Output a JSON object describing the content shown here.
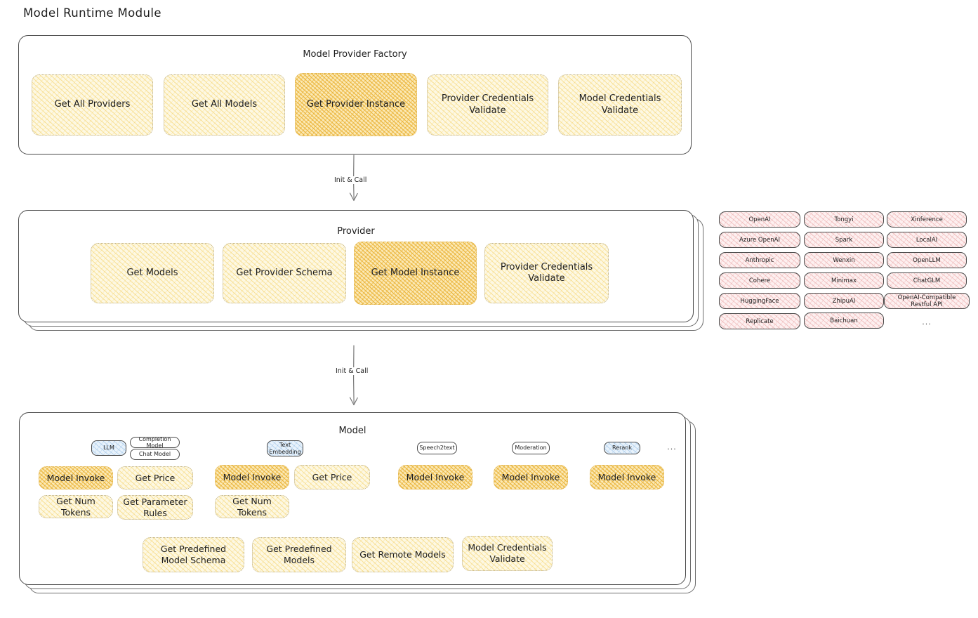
{
  "page": {
    "title": "Model Runtime Module"
  },
  "factory": {
    "title": "Model Provider Factory",
    "nodes": [
      {
        "label": "Get All Providers",
        "highlight": false
      },
      {
        "label": "Get All Models",
        "highlight": false
      },
      {
        "label": "Get Provider Instance",
        "highlight": true
      },
      {
        "label": "Provider Credentials Validate",
        "highlight": false
      },
      {
        "label": "Model Credentials Validate",
        "highlight": false
      }
    ]
  },
  "arrows": [
    {
      "label": "Init & Call"
    },
    {
      "label": "Init & Call"
    }
  ],
  "provider": {
    "title": "Provider",
    "nodes": [
      {
        "label": "Get Models",
        "highlight": false
      },
      {
        "label": "Get Provider Schema",
        "highlight": false
      },
      {
        "label": "Get Model Instance",
        "highlight": true
      },
      {
        "label": "Provider Credentials Validate",
        "highlight": false
      }
    ]
  },
  "provider_list": {
    "columns": [
      [
        "OpenAI",
        "Azure OpenAI",
        "Anthropic",
        "Cohere",
        "HuggingFace",
        "Replicate"
      ],
      [
        "Tongyi",
        "Spark",
        "Wenxin",
        "Minimax",
        "ZhipuAI",
        "Baichuan"
      ],
      [
        "Xinference",
        "LocalAI",
        "OpenLLM",
        "ChatGLM",
        "OpenAI-Compatible Restful API"
      ]
    ],
    "more": "..."
  },
  "model": {
    "title": "Model",
    "more": "...",
    "types": [
      {
        "badge": "LLM",
        "badge_style": "blue",
        "sub_badges": [
          "Completion Model",
          "Chat Model"
        ],
        "nodes": [
          {
            "label": "Model Invoke",
            "highlight": true
          },
          {
            "label": "Get Price",
            "highlight": false
          },
          {
            "label": "Get Num Tokens",
            "highlight": false
          },
          {
            "label": "Get Parameter Rules",
            "highlight": false
          }
        ]
      },
      {
        "badge": "Text Embedding",
        "badge_style": "blue",
        "sub_badges": [],
        "nodes": [
          {
            "label": "Model Invoke",
            "highlight": true
          },
          {
            "label": "Get Price",
            "highlight": false
          },
          {
            "label": "Get Num Tokens",
            "highlight": false
          }
        ]
      },
      {
        "badge": "Speech2text",
        "badge_style": "plain",
        "sub_badges": [],
        "nodes": [
          {
            "label": "Model Invoke",
            "highlight": true
          }
        ]
      },
      {
        "badge": "Moderation",
        "badge_style": "plain",
        "sub_badges": [],
        "nodes": [
          {
            "label": "Model Invoke",
            "highlight": true
          }
        ]
      },
      {
        "badge": "Rerank",
        "badge_style": "blue",
        "sub_badges": [],
        "nodes": [
          {
            "label": "Model Invoke",
            "highlight": true
          }
        ]
      }
    ],
    "common_nodes": [
      {
        "label": "Get Predefined Model Schema"
      },
      {
        "label": "Get Predefined Models"
      },
      {
        "label": "Get Remote Models"
      },
      {
        "label": "Model Credentials Validate"
      }
    ]
  },
  "colors": {
    "node_fill": "#fdf8e3",
    "node_fill_highlight": "#fbe9b6",
    "chip_fill": "#fdf0f0",
    "badge_blue": "#e8f2fb",
    "stroke": "#4a4a4a"
  }
}
